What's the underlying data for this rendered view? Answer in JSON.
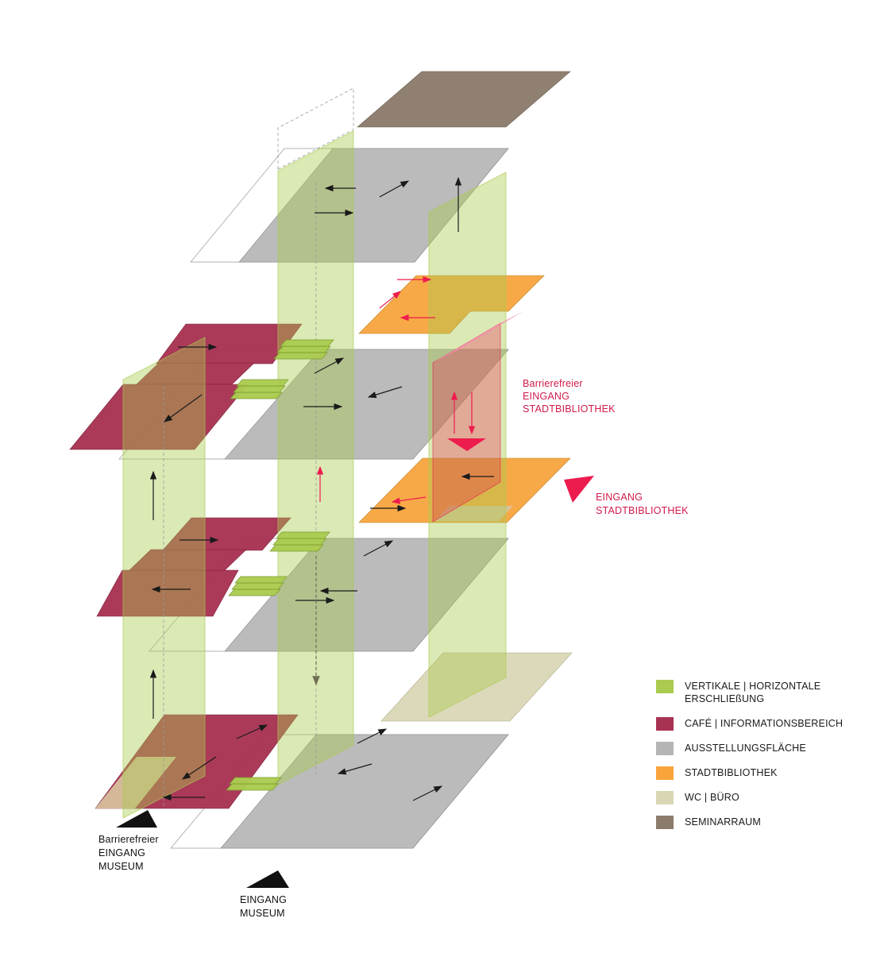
{
  "colors": {
    "green": "#aacb4f",
    "crimson": "#a83252",
    "gray": "#b5b5b5",
    "orange": "#f8a43b",
    "beige": "#d9d6b4",
    "brown": "#8b7b6b",
    "tan": "#d8c3a0",
    "pink": "#f58fae",
    "red": "#ed1c4e",
    "crimson_text": "#d01b4b"
  },
  "annotations": {
    "barrierefrei_bib": {
      "lines": [
        "Barrierefreier",
        "EINGANG",
        "STADTBIBLIOTHEK"
      ]
    },
    "eingang_bib": {
      "lines": [
        "EINGANG",
        "STADTBIBLIOTHEK"
      ]
    },
    "barrierefrei_museum": {
      "lines": [
        "Barrierefreier",
        "EINGANG",
        "MUSEUM"
      ]
    },
    "eingang_museum": {
      "lines": [
        "EINGANG",
        "MUSEUM"
      ]
    }
  },
  "legend": {
    "items": [
      {
        "key": "green",
        "lines": [
          "VERTIKALE | HORIZONTALE",
          "ERSCHLIEßUNG"
        ]
      },
      {
        "key": "crimson",
        "lines": [
          "CAFÉ | INFORMATIONSBEREICH"
        ]
      },
      {
        "key": "gray",
        "lines": [
          "AUSSTELLUNGSFLÄCHE"
        ]
      },
      {
        "key": "orange",
        "lines": [
          "STADTBIBLIOTHEK"
        ]
      },
      {
        "key": "beige",
        "lines": [
          "WC | BÜRO"
        ]
      },
      {
        "key": "brown",
        "lines": [
          "SEMINARRAUM"
        ]
      }
    ]
  }
}
